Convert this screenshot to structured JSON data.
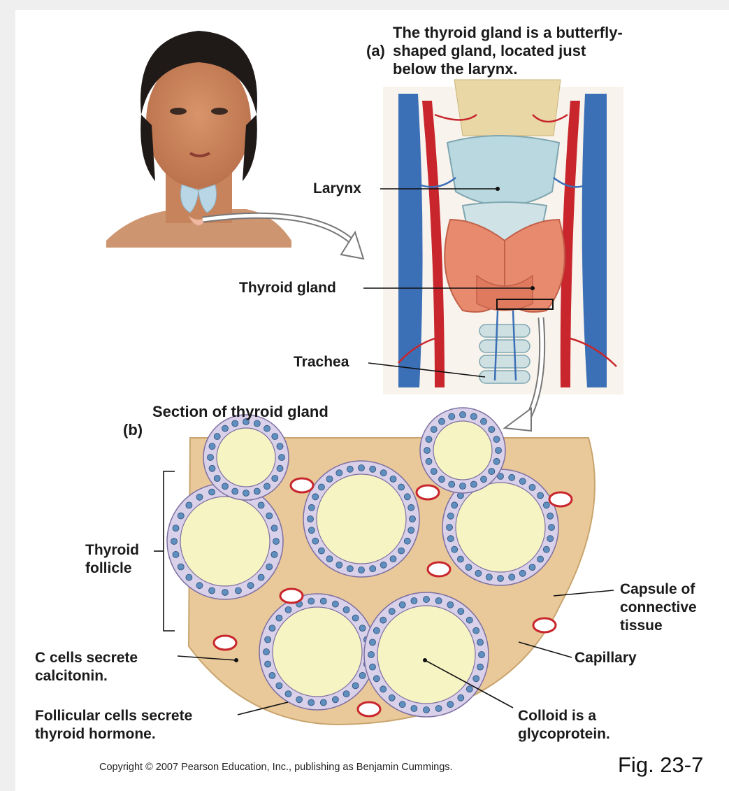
{
  "caption_a": {
    "tag": "(a)",
    "text": "The thyroid gland is a butterfly-\nshaped gland, located just\nbelow the larynx."
  },
  "caption_b": {
    "tag": "(b)",
    "text": "Section of thyroid gland"
  },
  "labels": {
    "larynx": "Larynx",
    "thyroid_gland": "Thyroid gland",
    "trachea": "Trachea",
    "thyroid_follicle": "Thyroid\nfollicle",
    "c_cells": "C cells secrete\ncalcitonin.",
    "follicular_cells": "Follicular cells secrete\nthyroid hormone.",
    "capsule": "Capsule of\nconnective\ntissue",
    "capillary": "Capillary",
    "colloid": "Colloid is a\nglycoprotein."
  },
  "copyright": "Copyright © 2007 Pearson Education, Inc., publishing as Benjamin Cummings.",
  "figure_number": "Fig. 23-7",
  "colors": {
    "artery": "#c8262c",
    "vein": "#3b6fb6",
    "cartilage": "#b9d8df",
    "thyroid": "#e88a6e",
    "colloid": "#f7f4c4",
    "cell": "#d9d0ea",
    "nucleus": "#5f8fbf",
    "connective": "#e9c99a"
  }
}
